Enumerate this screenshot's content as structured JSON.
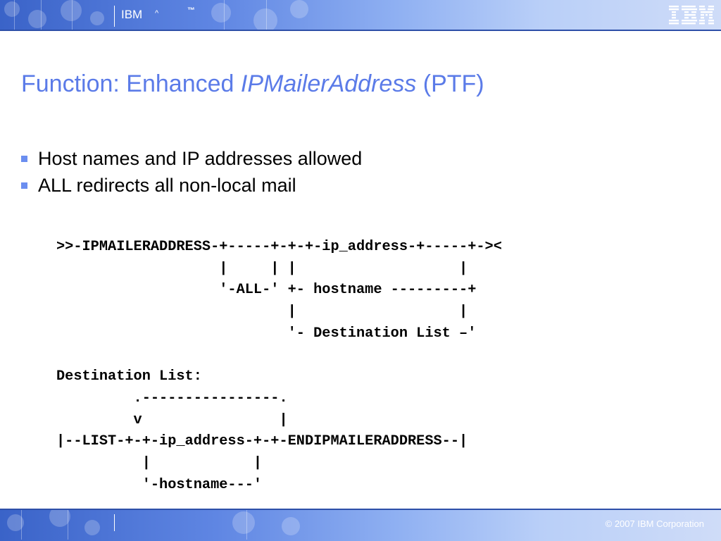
{
  "header": {
    "brand": "IBM",
    "caret": "^",
    "tm": "™",
    "logo_icon": "ibm-logo-icon"
  },
  "slide": {
    "title_prefix": "Function: Enhanced ",
    "title_italic": "IPMailerAddress",
    "title_suffix": " (PTF)",
    "bullets": [
      "Host names and IP addresses allowed",
      "ALL redirects all non-local mail"
    ],
    "syntax_diagram": ">>-IPMAILERADDRESS-+-----+-+-+-ip_address-+-----+-><\n                   |     | |                   |\n                   '-ALL-' +- hostname ---------+\n                           |                   |\n                           '- Destination List –'\n\nDestination List:\n         .----------------.\n         v                |\n|--LIST-+-+-ip_address-+-+-ENDIPMAILERADDRESS--|\n          |            |\n          '-hostname---'"
  },
  "footer": {
    "copyright": "© 2007 IBM Corporation"
  },
  "colors": {
    "title": "#5b7be8",
    "bullet": "#6b8ef0",
    "banner": "#3a63c8"
  }
}
